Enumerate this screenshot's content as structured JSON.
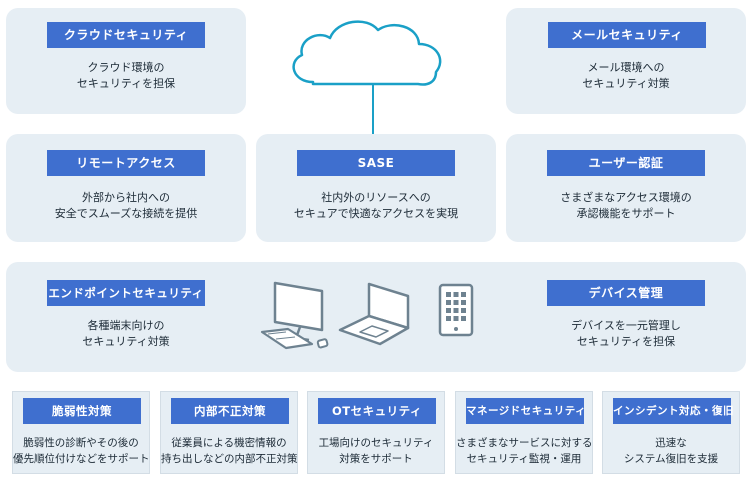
{
  "cloud": {
    "title": "クラウドセキュリティ",
    "lines": [
      "クラウド環境の",
      "セキュリティを担保"
    ]
  },
  "mail": {
    "title": "メールセキュリティ",
    "lines": [
      "メール環境への",
      "セキュリティ対策"
    ]
  },
  "remote": {
    "title": "リモートアクセス",
    "lines": [
      "外部から社内への",
      "安全でスムーズな接続を提供"
    ]
  },
  "sase": {
    "title": "SASE",
    "lines": [
      "社内外のリソースへの",
      "セキュアで快適なアクセスを実現"
    ]
  },
  "auth": {
    "title": "ユーザー認証",
    "lines": [
      "さまざまなアクセス環境の",
      "承認機能をサポート"
    ]
  },
  "endpoint": {
    "title": "エンドポイントセキュリティ",
    "lines": [
      "各種端末向けの",
      "セキュリティ対策"
    ]
  },
  "device": {
    "title": "デバイス管理",
    "lines": [
      "デバイスを一元管理し",
      "セキュリティを担保"
    ]
  },
  "bottom": [
    {
      "title": "脆弱性対策",
      "lines": [
        "脆弱性の診断やその後の",
        "優先順位付けなどをサポート"
      ]
    },
    {
      "title": "内部不正対策",
      "lines": [
        "従業員による機密情報の",
        "持ち出しなどの内部不正対策"
      ]
    },
    {
      "title": "OTセキュリティ",
      "lines": [
        "工場向けのセキュリティ",
        "対策をサポート"
      ]
    },
    {
      "title": "マネージドセキュリティ",
      "lines": [
        "さまざまなサービスに対する",
        "セキュリティ監視・運用"
      ]
    },
    {
      "title": "インシデント対応・復旧",
      "lines": [
        "迅速な",
        "システム復旧を支援"
      ]
    }
  ],
  "colors": {
    "tag_blue": "#3f6fcf",
    "panel": "#e6eef4",
    "connector": "#1aa0c7",
    "icon_gray": "#6e8290"
  },
  "icons": [
    "cloud-icon",
    "desktop-computer-icon",
    "laptop-icon",
    "tablet-icon"
  ]
}
